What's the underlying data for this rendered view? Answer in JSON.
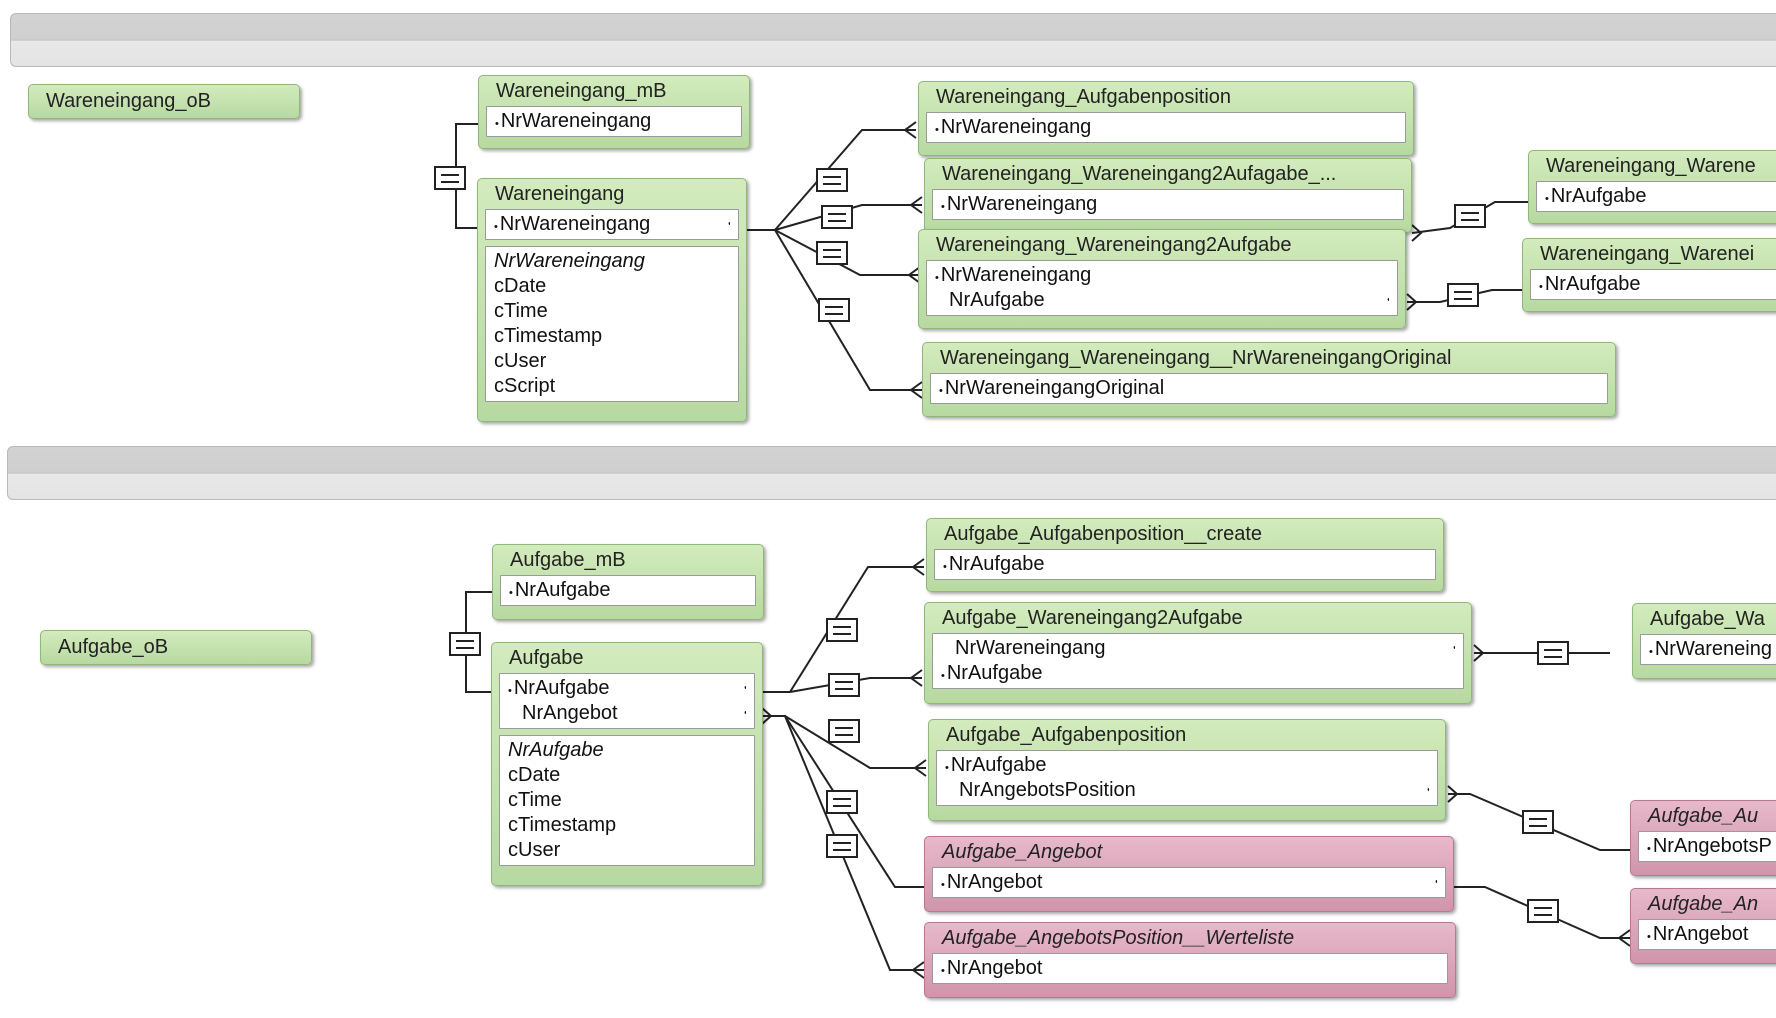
{
  "colors": {
    "table_green": "#c6e2ae",
    "table_pink": "#dca7ba",
    "group_bar": "#d0d0d0",
    "line": "#222222"
  },
  "groups": {
    "wareneingang": {
      "anchor": {
        "title": "Wareneingang_oB"
      },
      "mB": {
        "title": "Wareneingang_mB",
        "fields": [
          "NrWareneingang"
        ]
      },
      "main": {
        "title": "Wareneingang",
        "keys": [
          "NrWareneingang"
        ],
        "fields": [
          "NrWareneingang",
          "cDate",
          "cTime",
          "cTimestamp",
          "cUser",
          "cScript"
        ]
      },
      "t1": {
        "title": "Wareneingang_Aufgabenposition",
        "fields": [
          "NrWareneingang"
        ]
      },
      "t2": {
        "title": "Wareneingang_Wareneingang2Aufagabe_...",
        "fields": [
          "NrWareneingang"
        ]
      },
      "t3": {
        "title": "Wareneingang_Wareneingang2Aufgabe",
        "fields": [
          "NrWareneingang",
          "NrAufgabe"
        ]
      },
      "t4": {
        "title": "Wareneingang_Wareneingang__NrWareneingangOriginal",
        "fields": [
          "NrWareneingangOriginal"
        ]
      },
      "r1": {
        "title": "Wareneingang_Warene",
        "fields": [
          "NrAufgabe"
        ]
      },
      "r2": {
        "title": "Wareneingang_Warenei",
        "fields": [
          "NrAufgabe"
        ]
      }
    },
    "aufgabe": {
      "anchor": {
        "title": "Aufgabe_oB"
      },
      "mB": {
        "title": "Aufgabe_mB",
        "fields": [
          "NrAufgabe"
        ]
      },
      "main": {
        "title": "Aufgabe",
        "keys": [
          "NrAufgabe",
          "NrAngebot"
        ],
        "fields": [
          "NrAufgabe",
          "cDate",
          "cTime",
          "cTimestamp",
          "cUser"
        ]
      },
      "t1": {
        "title": "Aufgabe_Aufgabenposition__create",
        "fields": [
          "NrAufgabe"
        ]
      },
      "t2": {
        "title": "Aufgabe_Wareneingang2Aufgabe",
        "fields": [
          "NrWareneingang",
          "NrAufgabe"
        ]
      },
      "t3": {
        "title": "Aufgabe_Aufgabenposition",
        "fields": [
          "NrAufgabe",
          "NrAngebotsPosition"
        ]
      },
      "t4": {
        "title": "Aufgabe_Angebot",
        "fields": [
          "NrAngebot"
        ]
      },
      "t5": {
        "title": "Aufgabe_AngebotsPosition__Werteliste",
        "fields": [
          "NrAngebot"
        ]
      },
      "r1": {
        "title": "Aufgabe_Wa",
        "fields": [
          "NrWareneing"
        ]
      },
      "r2": {
        "title": "Aufgabe_Au",
        "fields": [
          "NrAngebotsP"
        ]
      },
      "r3": {
        "title": "Aufgabe_An",
        "fields": [
          "NrAngebot"
        ]
      }
    }
  }
}
